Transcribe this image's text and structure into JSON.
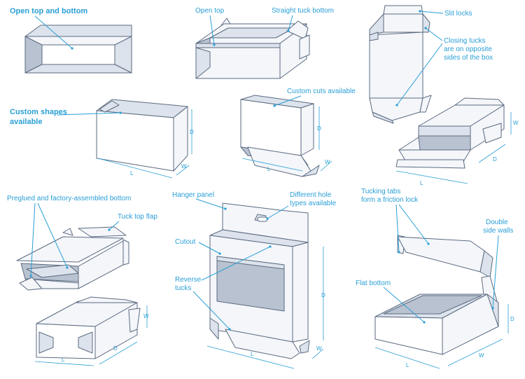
{
  "colors": {
    "label": "#2a9fd6",
    "outline": "#5a6a80",
    "panel_light": "#f4f6fa",
    "panel_mid": "#dde3ec",
    "panel_dark": "#b9c2d0"
  },
  "labels": {
    "open_top_bottom": "Open top and bottom",
    "open_top": "Open top",
    "straight_tuck_bottom": "Straight tuck bottom",
    "slit_locks": "Slit locks",
    "closing_tucks_1": "Closing tucks",
    "closing_tucks_2": "are on opposite",
    "closing_tucks_3": "sides of the box",
    "custom_shapes_1": "Custom shapes",
    "custom_shapes_2": "available",
    "custom_cuts": "Custom cuts available",
    "preglued": "Preglued and factory-assembled bottom",
    "tuck_top_flap": "Tuck top flap",
    "hanger_panel": "Hanger panel",
    "different_hole_1": "Different hole",
    "different_hole_2": "types available",
    "tucking_tabs_1": "Tucking tabs",
    "tucking_tabs_2": "form a friction lock",
    "cutout": "Cutout",
    "reverse_tucks_1": "Reverse",
    "reverse_tucks_2": "tucks",
    "double_side_1": "Double",
    "double_side_2": "side walls",
    "flat_bottom": "Flat bottom"
  },
  "dimensions": {
    "length": "L",
    "width": "W",
    "depth": "D"
  }
}
